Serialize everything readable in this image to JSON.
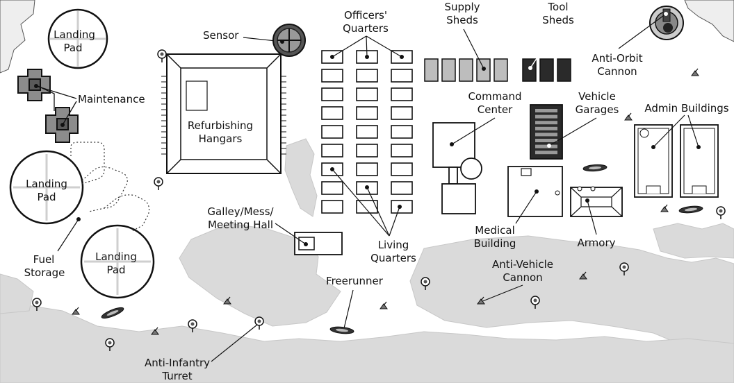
{
  "labels": {
    "landing_pad_1": [
      "Landing",
      "Pad"
    ],
    "landing_pad_2": [
      "Landing",
      "Pad"
    ],
    "landing_pad_3": [
      "Landing",
      "Pad"
    ],
    "maintenance": "Maintenance",
    "fuel_storage": [
      "Fuel",
      "Storage"
    ],
    "sensor": "Sensor",
    "refurbishing_hangars": [
      "Refurbishing",
      "Hangars"
    ],
    "galley": [
      "Galley/Mess/",
      "Meeting Hall"
    ],
    "officers_quarters": [
      "Officers'",
      "Quarters"
    ],
    "living_quarters": [
      "Living",
      "Quarters"
    ],
    "supply_sheds": [
      "Supply",
      "Sheds"
    ],
    "tool_sheds": [
      "Tool",
      "Sheds"
    ],
    "anti_orbit_cannon": [
      "Anti-Orbit",
      "Cannon"
    ],
    "command_center": [
      "Command",
      "Center"
    ],
    "vehicle_garages": [
      "Vehicle",
      "Garages"
    ],
    "admin_buildings": "Admin Buildings",
    "medical_building": [
      "Medical",
      "Building"
    ],
    "armory": "Armory",
    "anti_vehicle_cannon": [
      "Anti-Vehicle",
      "Cannon"
    ],
    "freerunner": "Freerunner",
    "anti_infantry_turret": [
      "Anti-Infantry",
      "Turret"
    ]
  },
  "colors": {
    "terrain": "#dcdcdc",
    "building_outline": "#111111",
    "dark_fill": "#2a2a2a",
    "medium_fill": "#8c8c8c",
    "light_fill": "#c4c4c4",
    "background": "#ffffff"
  },
  "icons": {
    "turret": "anti-infantry-turret-icon",
    "hover_vehicle": "freerunner-vehicle-icon",
    "cannon": "anti-vehicle-cannon-icon"
  }
}
